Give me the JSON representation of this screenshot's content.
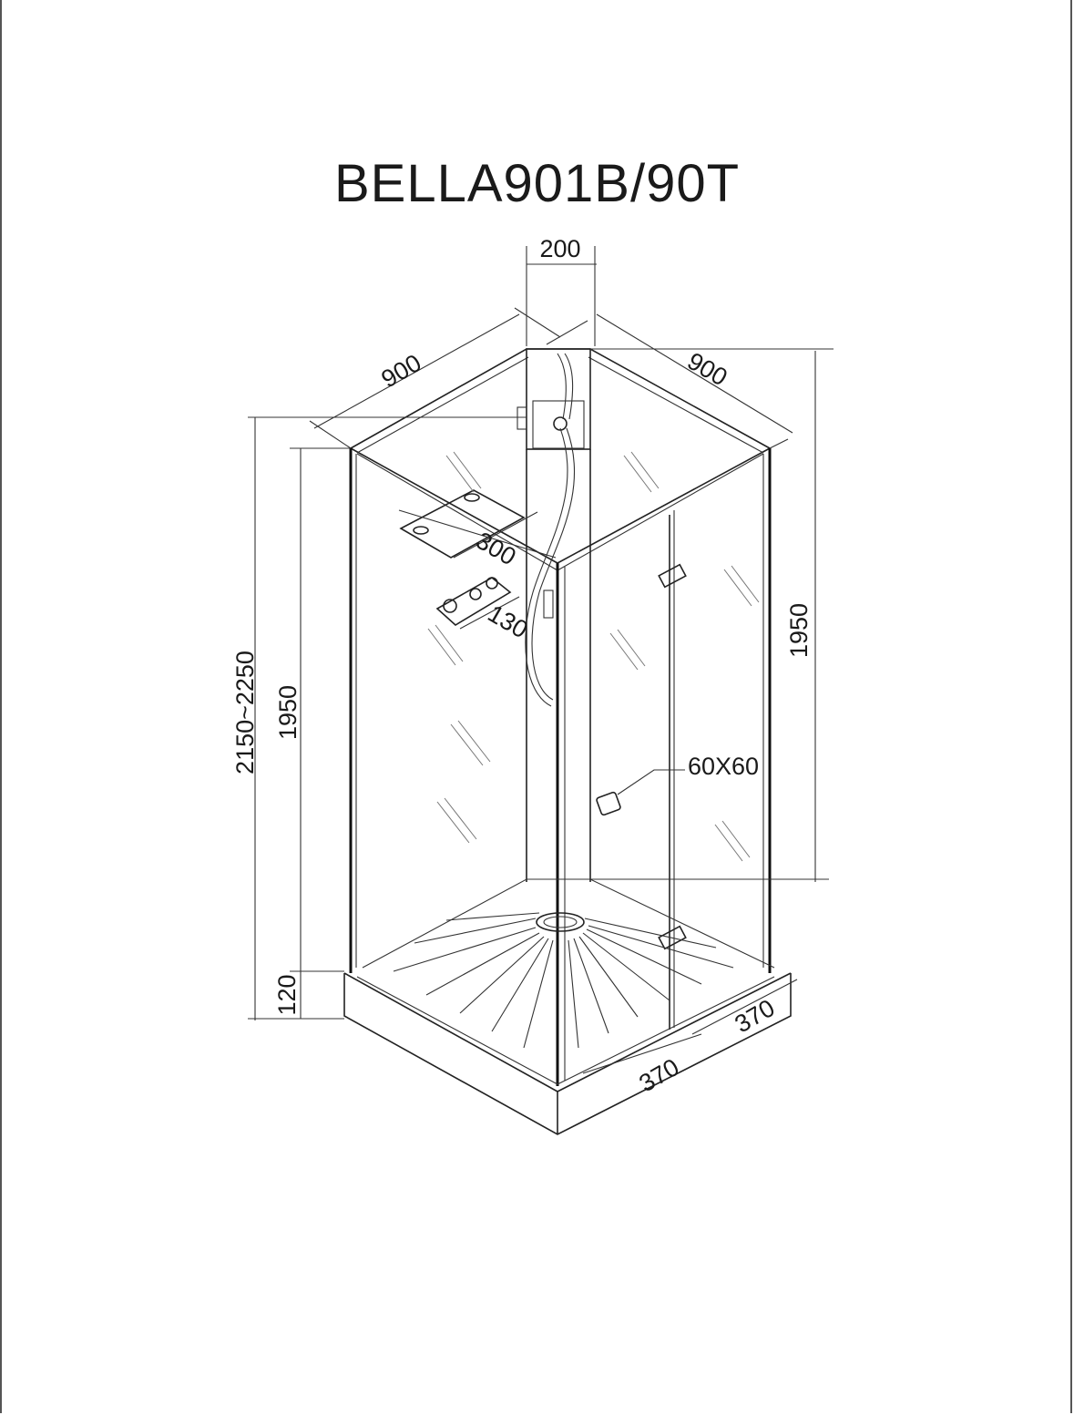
{
  "title": "BELLA901B/90T",
  "dimensions": {
    "column_width": "200",
    "left_depth": "900",
    "right_depth": "900",
    "total_height": "2150~2250",
    "left_height": "1950",
    "right_height": "1950",
    "base_height": "120",
    "shelf_width": "300",
    "mixer_width": "130",
    "control_panel": "60X60",
    "door_left": "370",
    "door_right": "370"
  },
  "colors": {
    "line": "#222222",
    "background": "#ffffff"
  }
}
